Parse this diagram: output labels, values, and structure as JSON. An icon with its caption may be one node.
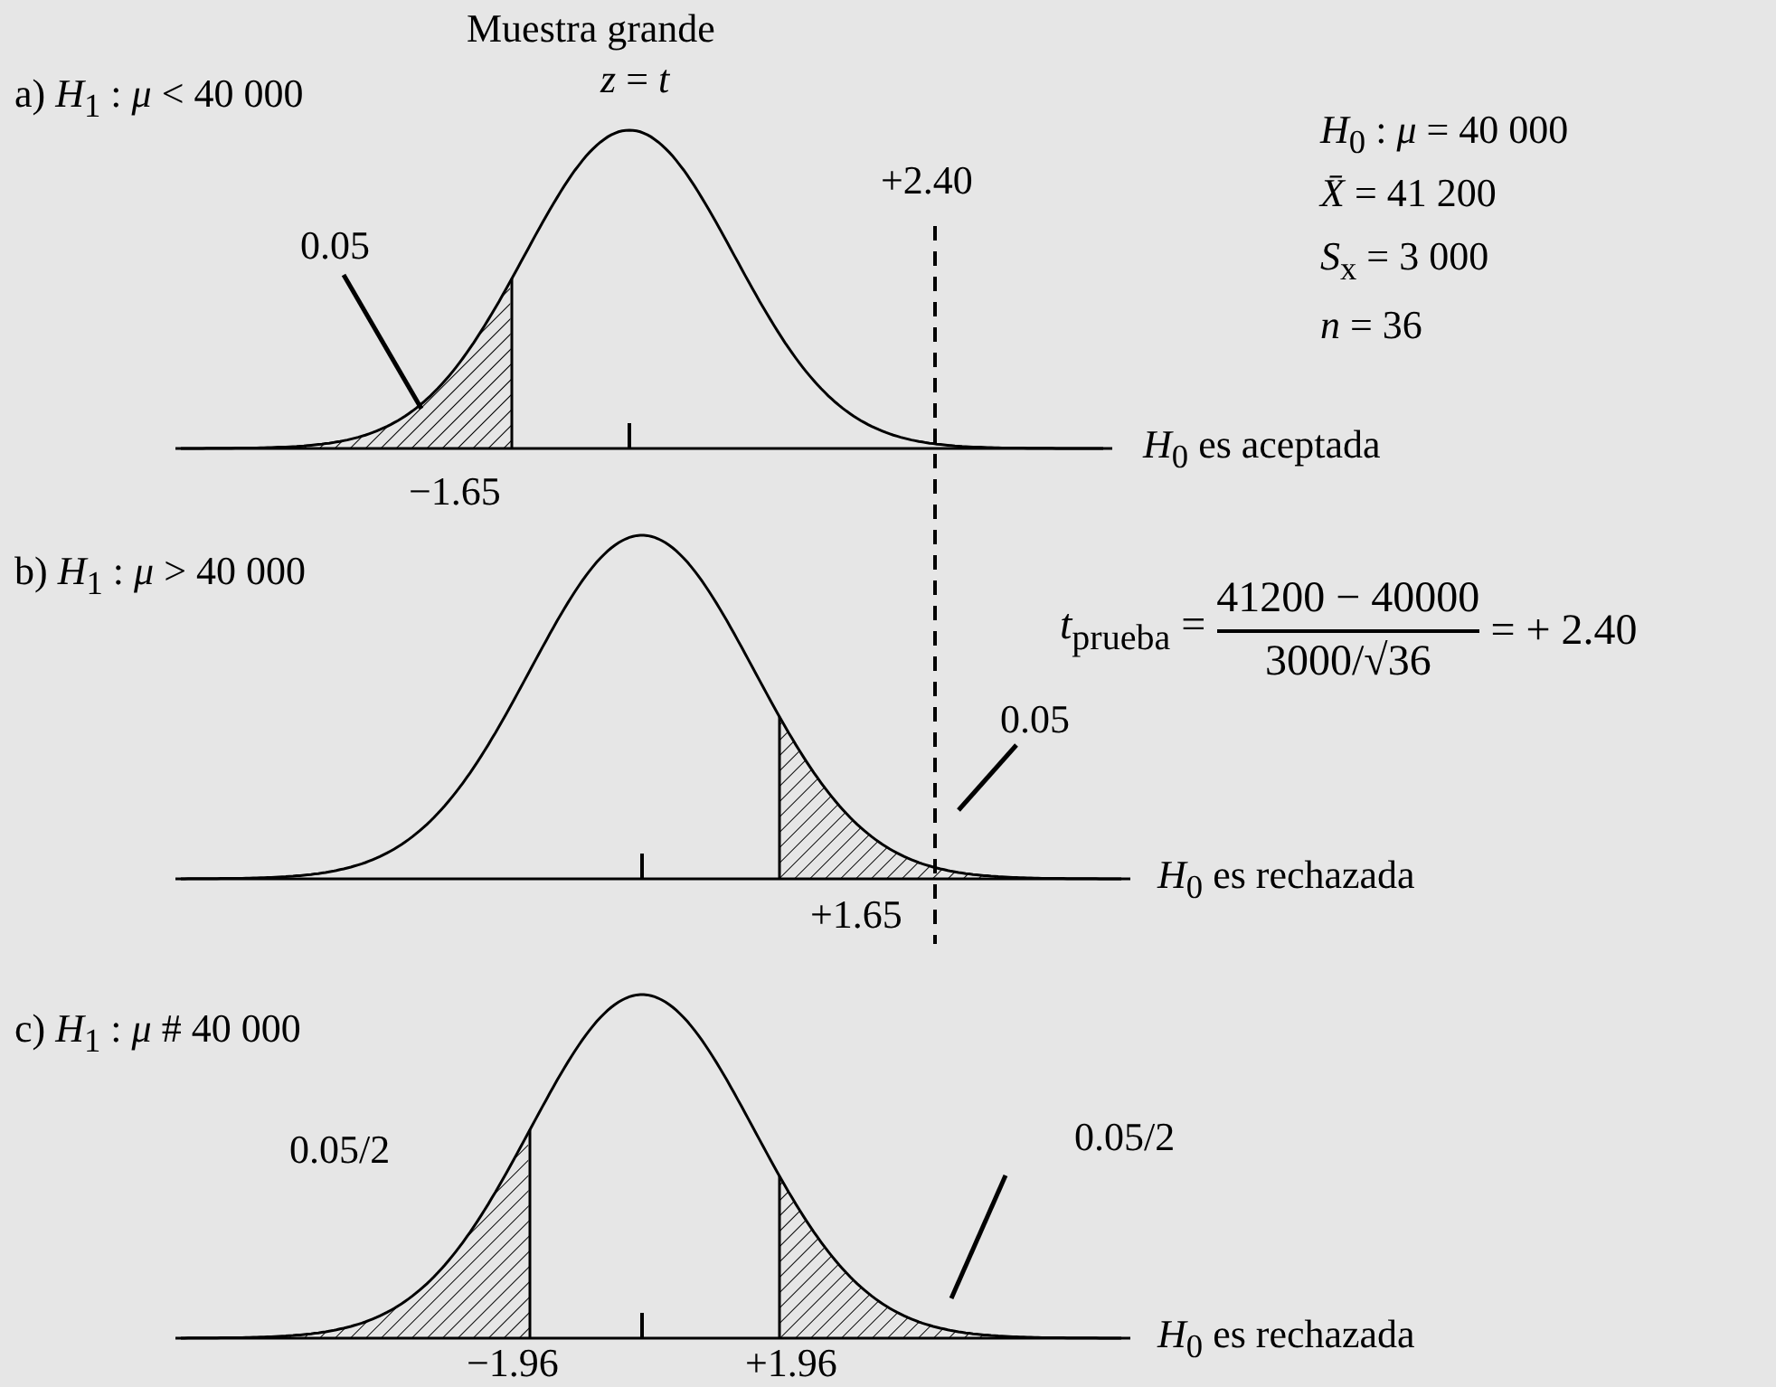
{
  "diagram": {
    "title": "Muestra grande",
    "nodes": [
      {
        "text": [
          "0.05"
        ]
      },
      {
        "text": [
          "0.05"
        ]
      },
      {
        "text": [
          "0.05/2"
        ]
      }
    ],
    "edges": [
      {
        "from": 0,
        "to": null,
        "arrow": "none"
      },
      {
        "from": 1,
        "to": null,
        "arrow": "none"
      },
      {
        "from": 2,
        "to": null,
        "arrow": "none"
      }
    ],
    "labels": [
      "a) *H*$_{1}$ : *μ* < 40 000",
      "*z* = *t*",
      "+2.40",
      "*H*$_{0}$ : *μ* = 40 000",
      "*X̄* = 41 200",
      "*S*$_{x}$ = 3 000",
      "*n* = 36",
      "−1.65",
      "*H*$_{0}$ es aceptada",
      "b) *H*$_{1}$ : *μ* > 40 000",
      "*t*$_{prueba}$ =",
      "41200 − 40000",
      "3000/√36",
      "= + 2.40",
      "+1.65",
      "*H*$_{0}$ es rechazada",
      "c) *H*$_{1}$ : *μ* # 40 000",
      "0.05/2",
      "−1.96",
      "+1.96",
      "*H*$_{0}$ es rechazada"
    ]
  }
}
